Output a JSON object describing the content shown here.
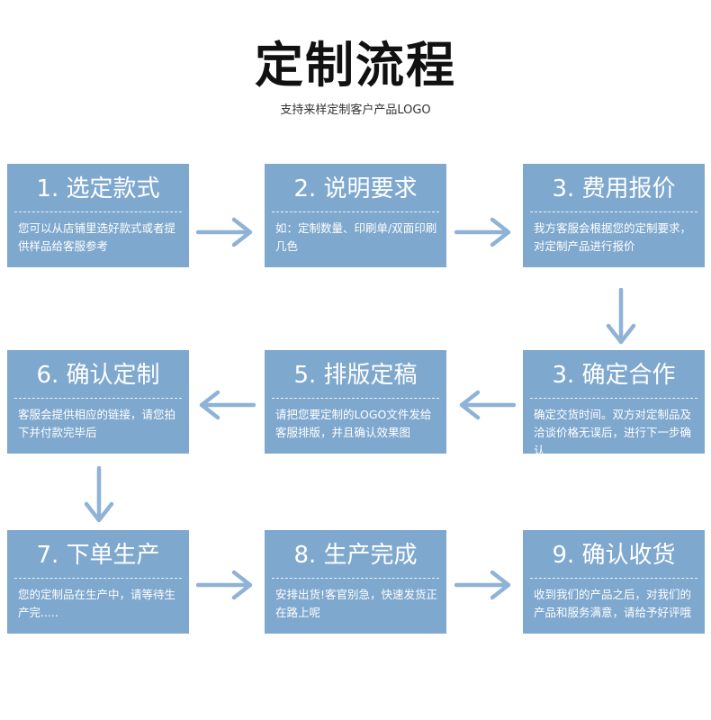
{
  "header": {
    "title": "定制流程",
    "subtitle": "支持来样定制客户产品LOGO"
  },
  "steps": [
    {
      "title": "1. 选定款式",
      "desc": "您可以从店铺里选好款式或者提供样品给客服参考"
    },
    {
      "title": "2. 说明要求",
      "desc": "如：定制数量、印刷单/双面印刷几色"
    },
    {
      "title": "3. 费用报价",
      "desc": "我方客服会根据您的定制要求，对定制产品进行报价"
    },
    {
      "title": "3. 确定合作",
      "desc": "确定交货时间。双方对定制品及洽谈价格无误后，进行下一步确认"
    },
    {
      "title": "5. 排版定稿",
      "desc": "请把您要定制的LOGO文件发给客服排版，并且确认效果图"
    },
    {
      "title": "6. 确认定制",
      "desc": "客服会提供相应的链接，请您拍下并付款完毕后"
    },
    {
      "title": "7. 下单生产",
      "desc": "您的定制品在生产中，请等待生产完....."
    },
    {
      "title": "8. 生产完成",
      "desc": "安排出货!客官别急，快速发货正在路上呢"
    },
    {
      "title": "9. 确认收货",
      "desc": "收到我们的产品之后，对我们的产品和服务满意，请给予好评哦"
    }
  ],
  "colors": {
    "box": "#7fa8ce",
    "arrow": "#8fb3d6",
    "text": "#ffffff"
  },
  "icons": {
    "arrow_right": "arrow-right-icon",
    "arrow_left": "arrow-left-icon",
    "arrow_down": "arrow-down-icon"
  }
}
